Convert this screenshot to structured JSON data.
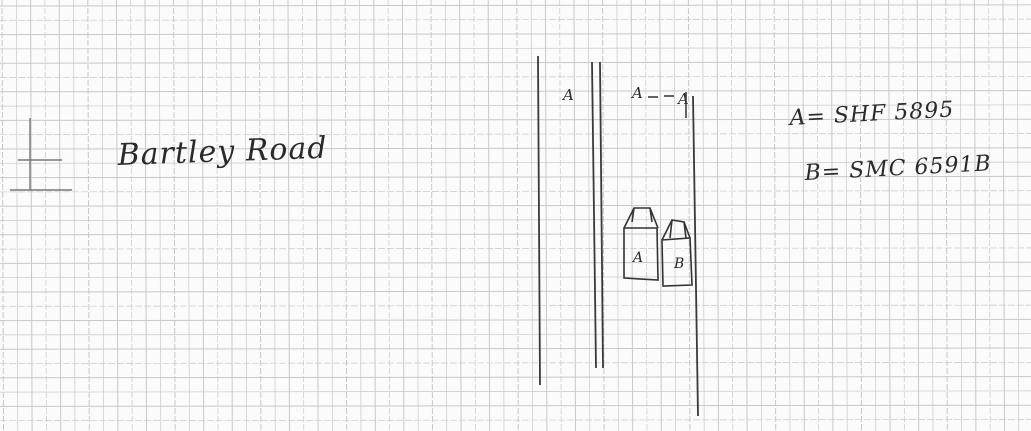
{
  "sketch": {
    "road_label": "Bartley Road",
    "lane_labels": [
      "A",
      "A",
      "A"
    ],
    "vehicles": [
      {
        "label": "A"
      },
      {
        "label": "B"
      }
    ],
    "legend": [
      {
        "text": "A= SHF 5895"
      },
      {
        "text": "B= SMC 6591B"
      }
    ],
    "colors": {
      "paper": "#fbfbfb",
      "grid": "#c8c8c8",
      "ink": "#2a2a2a"
    }
  }
}
